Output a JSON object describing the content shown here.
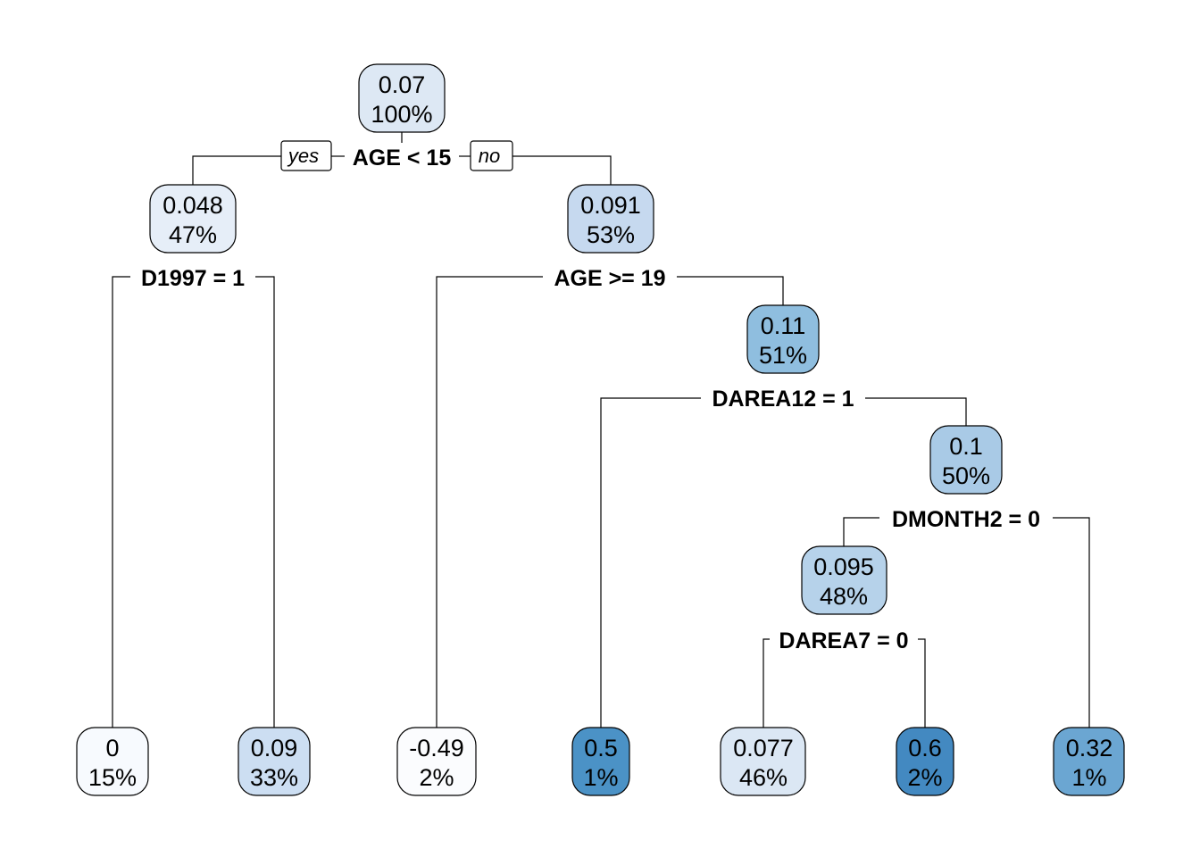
{
  "nodes": [
    {
      "id": "n1",
      "value": "0.07",
      "pct": "100%",
      "fill": "#dde8f4"
    },
    {
      "id": "n2",
      "value": "0.048",
      "pct": "47%",
      "fill": "#e6eef8"
    },
    {
      "id": "n3",
      "value": "0.091",
      "pct": "53%",
      "fill": "#c6d9ef"
    },
    {
      "id": "n4",
      "value": "0.11",
      "pct": "51%",
      "fill": "#8fbedf"
    },
    {
      "id": "n5",
      "value": "0.1",
      "pct": "50%",
      "fill": "#a9cae6"
    },
    {
      "id": "n6",
      "value": "0.095",
      "pct": "48%",
      "fill": "#b6d2ea"
    },
    {
      "id": "leaf1",
      "value": "0",
      "pct": "15%",
      "fill": "#f7fafe"
    },
    {
      "id": "leaf2",
      "value": "0.09",
      "pct": "33%",
      "fill": "#ccdef2"
    },
    {
      "id": "leaf3",
      "value": "-0.49",
      "pct": "2%",
      "fill": "#fbfcfe"
    },
    {
      "id": "leaf4",
      "value": "0.5",
      "pct": "1%",
      "fill": "#4b92c6"
    },
    {
      "id": "leaf5",
      "value": "0.077",
      "pct": "46%",
      "fill": "#dbe7f4"
    },
    {
      "id": "leaf6",
      "value": "0.6",
      "pct": "2%",
      "fill": "#4389c1"
    },
    {
      "id": "leaf7",
      "value": "0.32",
      "pct": "1%",
      "fill": "#6ba6d2"
    }
  ],
  "splits": [
    {
      "id": "s1",
      "label": "AGE < 15"
    },
    {
      "id": "s2",
      "label": "D1997 = 1"
    },
    {
      "id": "s3",
      "label": "AGE >= 19"
    },
    {
      "id": "s4",
      "label": "DAREA12 = 1"
    },
    {
      "id": "s5",
      "label": "DMONTH2 = 0"
    },
    {
      "id": "s6",
      "label": "DAREA7 = 0"
    }
  ],
  "branch_labels": {
    "yes": "yes",
    "no": "no"
  }
}
